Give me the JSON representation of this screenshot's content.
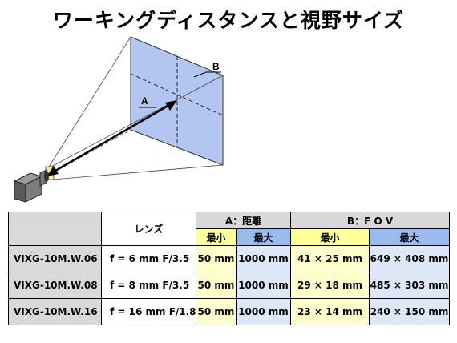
{
  "title": "ワーキングディスタンスと視野サイズ",
  "diagram": {
    "label_a": "A",
    "label_b": "B"
  },
  "table": {
    "header": {
      "lens": "レンズ",
      "group_a": "A：距離",
      "group_b": "B：F O V",
      "min": "最小",
      "max": "最大"
    },
    "rows": [
      {
        "model": "VIXG-10M.W.06",
        "lens": "f = 6 mm  F/3.5",
        "a_min": "50 mm",
        "a_max": "1000 mm",
        "b_min": "41 × 25 mm",
        "b_max": "649 × 408 mm"
      },
      {
        "model": "VIXG-10M.W.08",
        "lens": "f = 8 mm  F/3.5",
        "a_min": "50 mm",
        "a_max": "1000 mm",
        "b_min": "29 × 18 mm",
        "b_max": "485 × 303 mm"
      },
      {
        "model": "VIXG-10M.W.16",
        "lens": "f = 16 mm  F/1.8",
        "a_min": "50 mm",
        "a_max": "1000 mm",
        "b_min": "23 × 14 mm",
        "b_max": "240 × 150 mm"
      }
    ]
  },
  "colors": {
    "header_gray": "#d9d9d9",
    "a_header": "#ffff99",
    "b_header": "#99bbee",
    "a_cell": "#ffffcc",
    "b_cell": "#dde7f7",
    "fov_plane": "#b3c6ef"
  }
}
